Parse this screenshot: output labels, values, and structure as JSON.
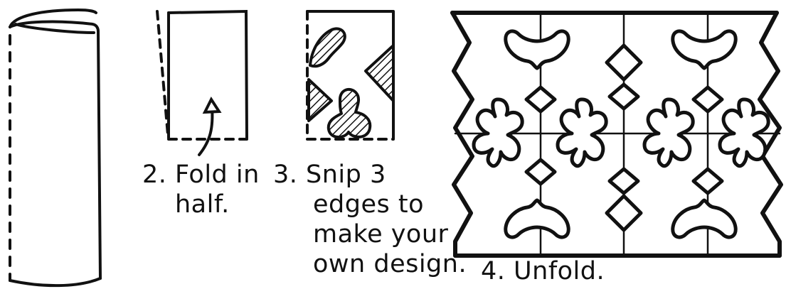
{
  "steps": [
    {
      "name": "roll",
      "label": []
    },
    {
      "name": "fold",
      "label": [
        "2. Fold in",
        "half."
      ]
    },
    {
      "name": "snip",
      "label": [
        "3. Snip 3",
        "edges to",
        "make your",
        "own design."
      ]
    },
    {
      "name": "unfold",
      "label": [
        "4. Unfold."
      ]
    }
  ],
  "colors": {
    "ink": "#111111",
    "paper": "#ffffff"
  }
}
